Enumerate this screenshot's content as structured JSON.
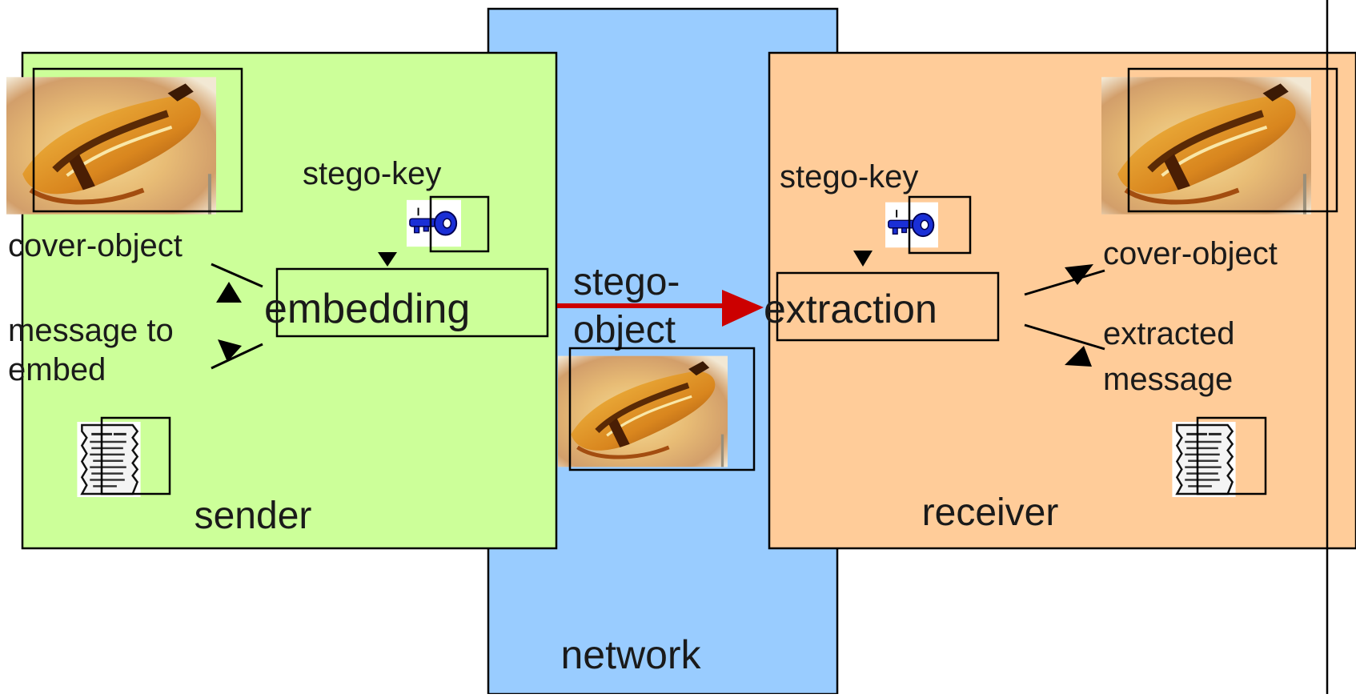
{
  "labels": {
    "network": "network",
    "sender": "sender",
    "receiver": "receiver",
    "sender_stego_key": "stego-key",
    "receiver_stego_key": "stego-key",
    "sender_cover_object": "cover-object",
    "message_to_embed_line1": "message to",
    "message_to_embed_line2": "embed",
    "embedding": "embedding",
    "stego_object_line1": "stego-",
    "stego_object_line2": "object",
    "extraction": "extraction",
    "receiver_cover_object": "cover-object",
    "extracted_message_line1": "extracted",
    "extracted_message_line2": "message"
  },
  "colors": {
    "network_region": "#99ccff",
    "sender_region": "#ccff99",
    "receiver_region": "#ffcc99",
    "stego_arrow": "#cc0000",
    "key_icon": "#1a2fd6",
    "outline": "#000000"
  },
  "icons": {
    "cover_image": "hurdy-gurdy-photo",
    "key": "key-icon",
    "message": "document-icon"
  }
}
